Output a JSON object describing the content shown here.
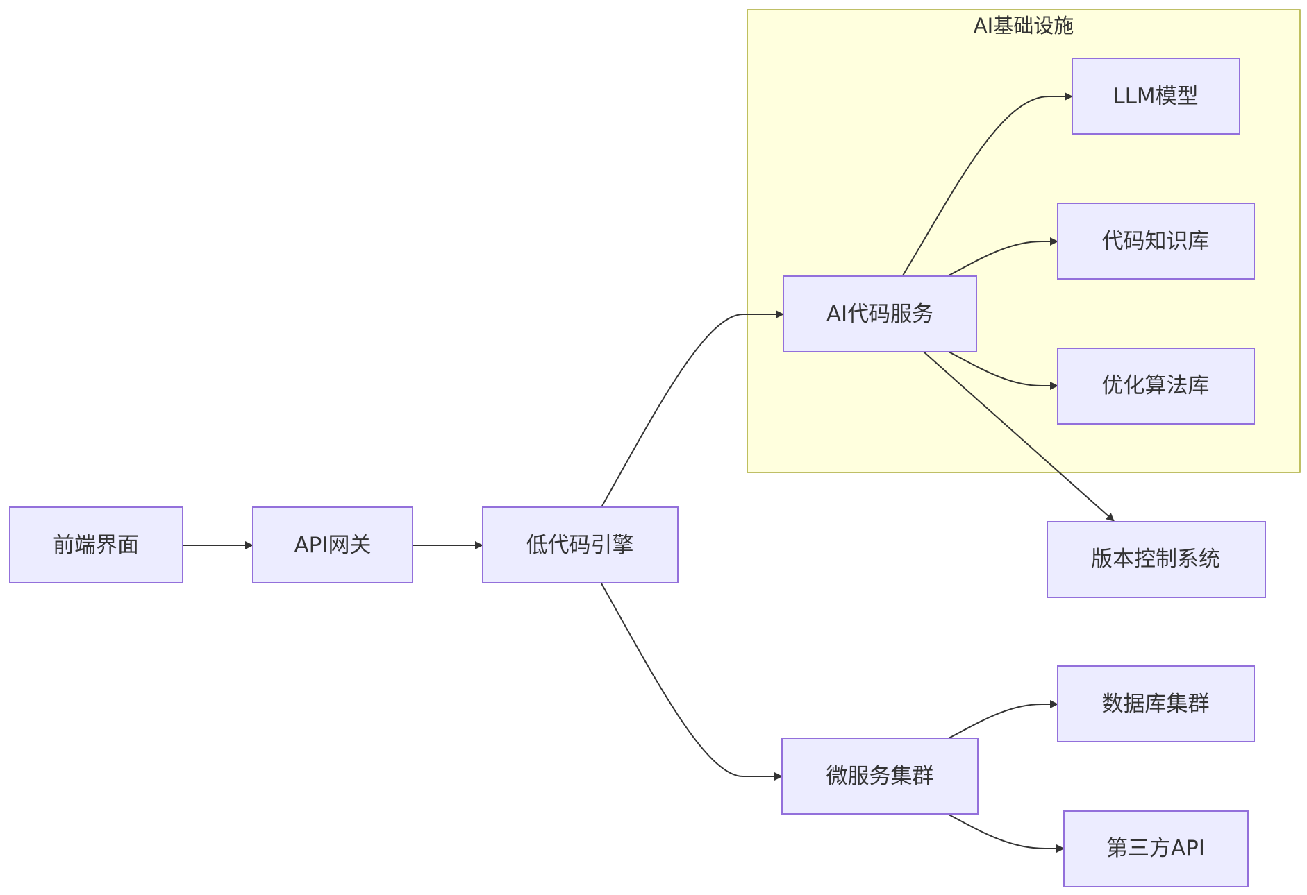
{
  "cluster": {
    "label": "AI基础设施"
  },
  "nodes": {
    "frontend": "前端界面",
    "gateway": "API网关",
    "lowcode": "低代码引擎",
    "ai_code": "AI代码服务",
    "llm": "LLM模型",
    "knowledge": "代码知识库",
    "optimize": "优化算法库",
    "vcs": "版本控制系统",
    "micro": "微服务集群",
    "database": "数据库集群",
    "thirdparty": "第三方API"
  },
  "edges": [
    {
      "from": "frontend",
      "to": "gateway"
    },
    {
      "from": "gateway",
      "to": "lowcode"
    },
    {
      "from": "lowcode",
      "to": "ai_code"
    },
    {
      "from": "lowcode",
      "to": "micro"
    },
    {
      "from": "ai_code",
      "to": "llm"
    },
    {
      "from": "ai_code",
      "to": "knowledge"
    },
    {
      "from": "ai_code",
      "to": "optimize"
    },
    {
      "from": "ai_code",
      "to": "vcs"
    },
    {
      "from": "micro",
      "to": "database"
    },
    {
      "from": "micro",
      "to": "thirdparty"
    }
  ],
  "colors": {
    "node_fill": "#ececff",
    "node_stroke": "#9370db",
    "cluster_fill": "#ffffde",
    "cluster_stroke": "#aaaa33",
    "edge": "#333333"
  }
}
